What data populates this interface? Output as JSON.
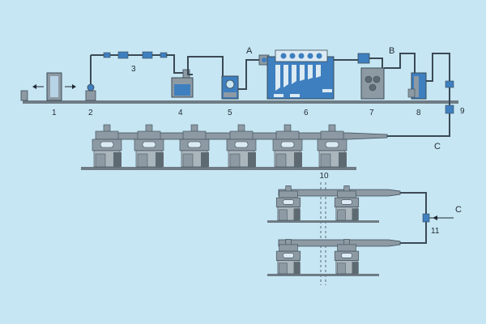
{
  "diagram": {
    "station_labels": [
      "1",
      "2",
      "3",
      "4",
      "5",
      "6",
      "7",
      "8",
      "9",
      "10",
      "11"
    ],
    "point_labels": {
      "a": "A",
      "b": "B",
      "c_line": "C",
      "c_inlet": "C"
    }
  },
  "colors": {
    "background": "#c7e6f3",
    "machine_gray": "#8d9aa3",
    "machine_dark": "#5e6a72",
    "accent_blue": "#3e7fc0",
    "pipe": "#3a4a55"
  }
}
